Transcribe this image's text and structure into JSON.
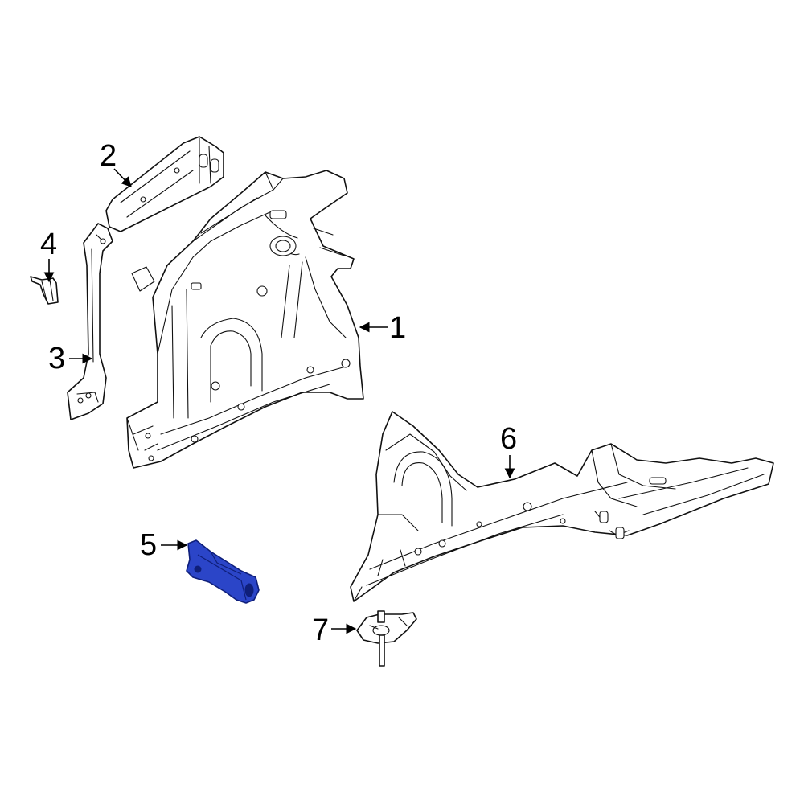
{
  "callouts": [
    {
      "id": "1",
      "label": "1"
    },
    {
      "id": "2",
      "label": "2"
    },
    {
      "id": "3",
      "label": "3"
    },
    {
      "id": "4",
      "label": "4"
    },
    {
      "id": "5",
      "label": "5"
    },
    {
      "id": "6",
      "label": "6"
    },
    {
      "id": "7",
      "label": "7"
    }
  ],
  "highlight": {
    "part": "5",
    "color": "#2b45c8",
    "edge_color": "#0f1f7a"
  },
  "line_color": "#111111",
  "background": "#ffffff"
}
